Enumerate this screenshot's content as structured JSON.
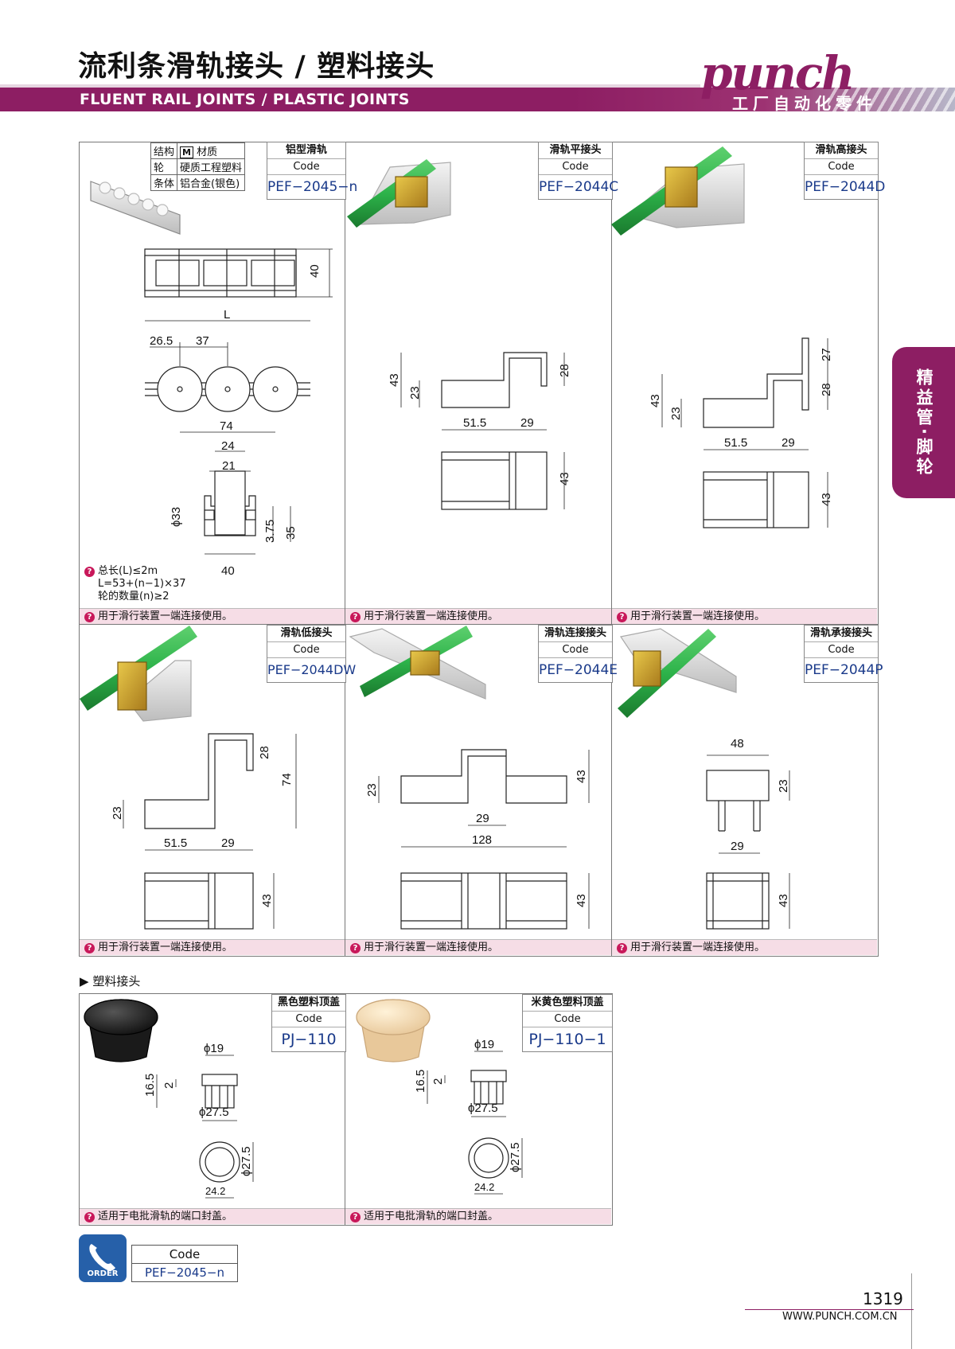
{
  "header": {
    "title_cn": "流利条滑轨接头 / 塑料接头",
    "title_en": "FLUENT RAIL JOINTS / PLASTIC JOINTS",
    "logo": "punch",
    "logo_sub": "工厂自动化零件",
    "side_tab": "精益管·脚轮"
  },
  "spec": {
    "h_struct": "结构",
    "h_material_badge": "M",
    "h_material": "材质",
    "row1_part": "轮",
    "row1_mat": "硬质工程塑料",
    "row2_part": "条体",
    "row2_mat": "铝合金(银色)"
  },
  "panels": [
    {
      "name": "铝型滑轨",
      "code_label": "Code",
      "code": "PEF−2045−n",
      "note": "用于滑行装置一端连接使用。"
    },
    {
      "name": "滑轨平接头",
      "code_label": "Code",
      "code": "PEF−2044C",
      "note": "用于滑行装置一端连接使用。"
    },
    {
      "name": "滑轨高接头",
      "code_label": "Code",
      "code": "PEF−2044D",
      "note": "用于滑行装置一端连接使用。"
    },
    {
      "name": "滑轨低接头",
      "code_label": "Code",
      "code": "PEF−2044DW",
      "note": "用于滑行装置一端连接使用。"
    },
    {
      "name": "滑轨连接接头",
      "code_label": "Code",
      "code": "PEF−2044E",
      "note": "用于滑行装置一端连接使用。"
    },
    {
      "name": "滑轨承接接头",
      "code_label": "Code",
      "code": "PEF−2044P",
      "note": "用于滑行装置一端连接使用。"
    },
    {
      "name": "黑色塑料顶盖",
      "code_label": "Code",
      "code": "PJ−110",
      "note": "适用于电批滑轨的端口封盖。"
    },
    {
      "name": "米黄色塑料顶盖",
      "code_label": "Code",
      "code": "PJ−110−1",
      "note": "适用于电批滑轨的端口封盖。"
    }
  ],
  "rail_notes": {
    "line1": "总长(L)≤2m",
    "line2": "L=53+(n−1)×37",
    "line3": "轮的数量(n)≥2"
  },
  "dims": {
    "p1": {
      "h40": "40",
      "L": "L",
      "d26_5": "26.5",
      "d37": "37",
      "d74": "74",
      "d24": "24",
      "d21": "21",
      "phi33": "ϕ33",
      "d3_75": "3.75",
      "d35": "35",
      "d40b": "40"
    },
    "p2": {
      "d43": "43",
      "d23": "23",
      "d28": "28",
      "d51_5": "51.5",
      "d29": "29",
      "d43b": "43"
    },
    "p3": {
      "d27": "27",
      "d28": "28",
      "d43": "43",
      "d23": "23",
      "d51_5": "51.5",
      "d29": "29",
      "d43b": "43"
    },
    "p4": {
      "d28": "28",
      "d74": "74",
      "d23": "23",
      "d51_5": "51.5",
      "d29": "29",
      "d43": "43"
    },
    "p5": {
      "d23": "23",
      "d43": "43",
      "d29": "29",
      "d128": "128",
      "d43b": "43"
    },
    "p6": {
      "d48": "48",
      "d23": "23",
      "d29": "29",
      "d43": "43"
    },
    "p7": {
      "phi19": "ϕ19",
      "d16_5": "16.5",
      "d2": "2",
      "phi27_5": "ϕ27.5",
      "phi27_5b": "ϕ27.5",
      "d24_2": "24.2"
    },
    "p8": {
      "phi19": "ϕ19",
      "d16_5": "16.5",
      "d2": "2",
      "phi27_5": "ϕ27.5",
      "phi27_5b": "ϕ27.5",
      "d24_2": "24.2"
    }
  },
  "section_plastic": "塑料接头",
  "order": {
    "icon_text": "ORDER",
    "code_label": "Code",
    "code": "PEF−2045−n"
  },
  "footer": {
    "page": "1319",
    "url": "WWW.PUNCH.COM.CN"
  },
  "colors": {
    "brand": "#8d1e63",
    "code_blue": "#1a3a8a",
    "note_bg": "#f6dde6",
    "pipe_green": "#2db34a"
  }
}
